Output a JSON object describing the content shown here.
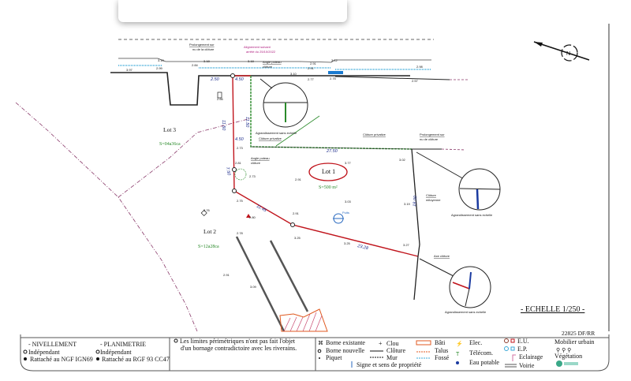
{
  "plan": {
    "lots": [
      {
        "name": "Lot 1",
        "area": "S=500 m²"
      },
      {
        "name": "Lot 2",
        "area": "S=12a28ca"
      },
      {
        "name": "Lot 3",
        "area": "S=04a36ca"
      }
    ],
    "annotations": {
      "prolongement_top": [
        "Prolongement sur",
        "nu de la clôture"
      ],
      "alignement": [
        "Alignement suivant",
        "arrêté du 25/10/2022"
      ],
      "angle_poteau_top": [
        "Angle poteau",
        "clôture"
      ],
      "angle_poteau_mid": [
        "Angle poteau",
        "clôture"
      ],
      "cloture_privative_left": "Clôture privative",
      "cloture_privative_right": "Clôture privative",
      "prolongement_right": [
        "Prolongement sur",
        "nu de clôture"
      ],
      "cloture_mitoyenne": [
        "Clôture",
        "mitoyenne"
      ],
      "axe_cloture": "Axe clôture",
      "puits": "Puits",
      "agrandissement": "Agrandissement sans echelle"
    },
    "dimensions": [
      "2.50",
      "4.50",
      "11.50",
      "11.50",
      "4.50",
      "27.50",
      "7.50",
      "11.45",
      "23.28",
      "18.00"
    ],
    "levels": [
      "3.97",
      "3.10",
      "2.99",
      "2.84",
      "3.18",
      "3.18",
      "2.91",
      "3.12",
      "2.98",
      "3.10",
      "2.77",
      "2.75",
      "2.57",
      "2.66",
      "2.73",
      "2.81",
      "2.73",
      "2.91",
      "3.02",
      "3.77",
      "2.91",
      "2.75",
      "2.80",
      "2.91",
      "3.76",
      "2.78",
      "3.03",
      "3.25",
      "3.25",
      "3.27",
      "3.19",
      "2.91",
      "3.09"
    ],
    "scale": "- ECHELLE 1/250 -",
    "reference": "22825 DF/RR"
  },
  "legend": {
    "nivellement": {
      "title": "- NIVELLEMENT",
      "items": [
        "Indépendant",
        "Rattaché au NGF IGN69"
      ]
    },
    "planimetrie": {
      "title": "- PLANIMETRIE",
      "items": [
        "Indépendant",
        "Rattaché au RGF 93 CC47"
      ]
    },
    "note": [
      "Les limites périmétriques n'ont pas fait l'objet",
      "d'un bornage contradictoire avec les riverains."
    ],
    "symbols": {
      "borne_existante": "Borne existante",
      "borne_nouvelle": "Borne nouvelle",
      "piquet": "Piquet",
      "clou": "Clou",
      "cloture": "Clôture",
      "mur": "Mur",
      "signe": "Signe et sens de propriété",
      "bati": "Bâti",
      "talus": "Talus",
      "fosse": "Fossé",
      "elec": "Elec.",
      "telecom": "Télécom.",
      "eau": "Eau potable",
      "eu": "E.U.",
      "ep": "E.P.",
      "eclairage": "Eclairage",
      "voirie": "Voirie",
      "mobilier": "Mobilier urbain",
      "vegetation": "Végétation"
    }
  },
  "north": "N",
  "colors": {
    "limit": "#c0141c",
    "dimension": "#1a2a8a",
    "fence_green": "#2a8a2a",
    "area_text": "#2a8a2a",
    "kerb": "#3aa8d8",
    "boundary_dashed": "#8a3a6a"
  }
}
